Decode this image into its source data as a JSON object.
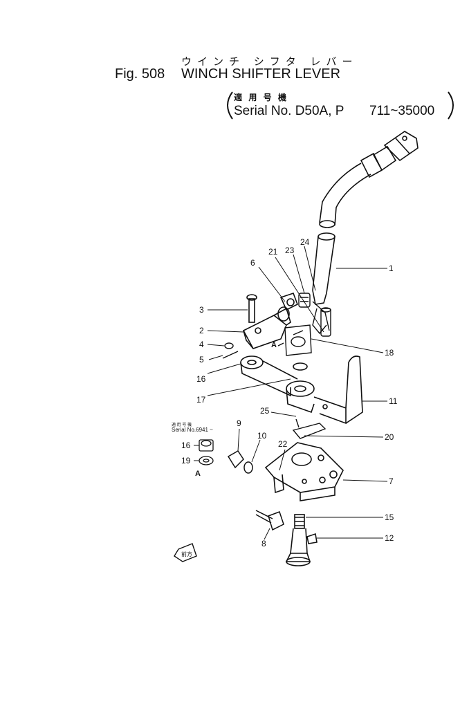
{
  "header": {
    "japanese_title": "ウインチ シフタ レバー",
    "fig_label": "Fig. 508",
    "title": "WINCH SHIFTER LEVER",
    "serial_jp": "適 用 号 機",
    "serial_text": "Serial No. D50A, P",
    "serial_range": "711~35000"
  },
  "inset": {
    "serial_jp": "適 用 号 機",
    "serial_text": "Serial No.6941 ~",
    "detail_label": "A"
  },
  "labels": {
    "detail_ref": "A",
    "direction_tag": "前方"
  },
  "callouts": [
    {
      "id": "c1",
      "text": "1"
    },
    {
      "id": "c2",
      "text": "2"
    },
    {
      "id": "c3",
      "text": "3"
    },
    {
      "id": "c4",
      "text": "4"
    },
    {
      "id": "c5",
      "text": "5"
    },
    {
      "id": "c6",
      "text": "6"
    },
    {
      "id": "c7",
      "text": "7"
    },
    {
      "id": "c8",
      "text": "8"
    },
    {
      "id": "c9",
      "text": "9"
    },
    {
      "id": "c10",
      "text": "10"
    },
    {
      "id": "c11",
      "text": "11"
    },
    {
      "id": "c12",
      "text": "12"
    },
    {
      "id": "c15",
      "text": "15"
    },
    {
      "id": "c16",
      "text": "16"
    },
    {
      "id": "c17",
      "text": "17"
    },
    {
      "id": "c18",
      "text": "18"
    },
    {
      "id": "c19",
      "text": "19"
    },
    {
      "id": "c20",
      "text": "20"
    },
    {
      "id": "c21",
      "text": "21"
    },
    {
      "id": "c22",
      "text": "22"
    },
    {
      "id": "c23",
      "text": "23"
    },
    {
      "id": "c24",
      "text": "24"
    },
    {
      "id": "c25",
      "text": "25"
    },
    {
      "id": "c16b",
      "text": "16"
    },
    {
      "id": "c19b",
      "text": "19"
    }
  ]
}
